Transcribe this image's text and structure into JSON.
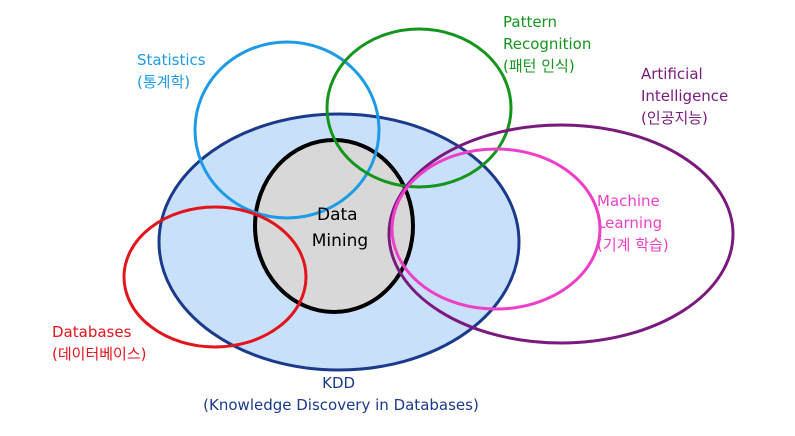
{
  "kdd": {
    "line1": "KDD",
    "line2": "(Knowledge Discovery in Databases)",
    "fill": "#c8e0fa",
    "stroke": "#1a3a8c",
    "text_color": "#1a3a8c"
  },
  "data_mining": {
    "line1": "Data",
    "line2": "Mining",
    "fill": "#d8d8d8",
    "stroke": "#000000",
    "text_color": "#000000"
  },
  "statistics": {
    "line1": "Statistics",
    "line2": "(통계학)",
    "color": "#1e9be6"
  },
  "pattern_recognition": {
    "line1": "Pattern",
    "line2": "Recognition",
    "line3": "(패턴 인식)",
    "color": "#14961e"
  },
  "artificial_intelligence": {
    "line1": "Artificial",
    "line2": "Intelligence",
    "line3": "(인공지능)",
    "color": "#7a1a7e"
  },
  "machine_learning": {
    "line1": "Machine",
    "line2": "Learning",
    "line3": "(기계 학습)",
    "color": "#ee3fc8"
  },
  "databases": {
    "line1": "Databases",
    "line2": "(데이터베이스)",
    "color": "#e3141c"
  }
}
